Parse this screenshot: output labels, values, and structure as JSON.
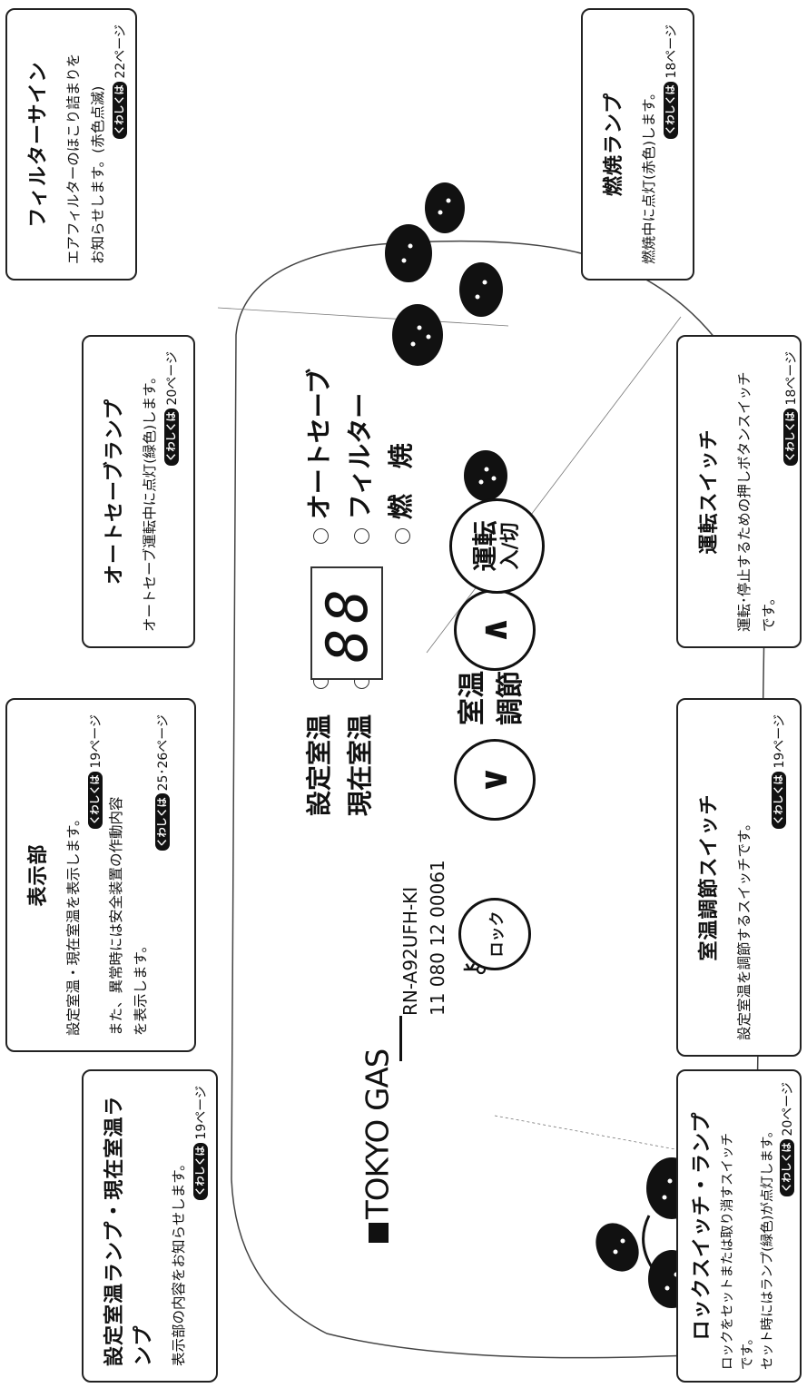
{
  "panel": {
    "brand": "TOKYO GAS",
    "model": "RN-A92UFH-KI",
    "serial": "11 080 12 00061",
    "set_temp_label": "設定室温",
    "current_temp_label": "現在室温",
    "display_value": "88",
    "temp_adjust_label": "室温\n調節",
    "lock_button": "ロック",
    "power_button_top": "運転",
    "power_button_bottom": "入/切",
    "indicators": [
      "オートセーブ",
      "フィルター",
      "燃　焼"
    ]
  },
  "callouts": {
    "display": {
      "title": "表示部",
      "line1": "設定室温・現在室温を表示します。",
      "ref1": "19ページ",
      "line2": "また、異常時には安全装置の作動内容",
      "line3": "を表示します。",
      "ref2": "25･26ページ"
    },
    "temp_lamp": {
      "title": "設定室温ランプ・現在室温ランプ",
      "line1": "表示部の内容をお知らせします。",
      "ref": "19ページ"
    },
    "autosave": {
      "title": "オートセーブランプ",
      "line1": "オートセーブ運転中に点灯(緑色)します。",
      "ref": "20ページ"
    },
    "filter": {
      "title": "フィルターサイン",
      "line1": "エアフィルターのほこり詰まりを",
      "line2": "お知らせします。(赤色点滅)",
      "ref": "22ページ"
    },
    "combustion": {
      "title": "燃焼ランプ",
      "line1": "燃焼中に点灯(赤色)します。",
      "ref": "18ページ"
    },
    "lock": {
      "title": "ロックスイッチ・ランプ",
      "line1": "ロックをセットまたは取り消すスイッチ",
      "line2": "です。",
      "line3": "セット時にはランプ(緑色)が点灯します。",
      "ref": "20ページ"
    },
    "temp_switch": {
      "title": "室温調節スイッチ",
      "line1": "設定室温を調節するスイッチです。",
      "ref": "19ページ"
    },
    "power": {
      "title": "運転スイッチ",
      "line1": "運転･停止するための押しボタンスイッチ",
      "line2": "です。",
      "ref": "18ページ"
    },
    "ref_tag": "くわしくは"
  }
}
